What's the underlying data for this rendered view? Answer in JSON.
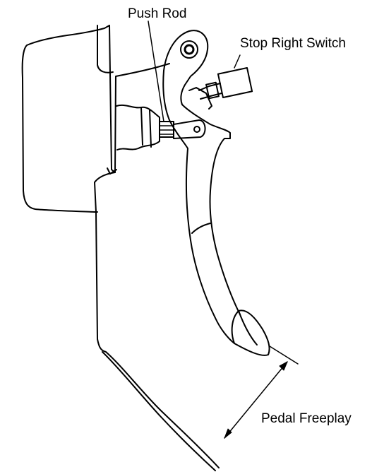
{
  "labels": {
    "push_rod": "Push Rod",
    "stop_switch": "Stop Right Switch",
    "pedal_freeplay": "Pedal Freeplay"
  },
  "colors": {
    "line": "#000000",
    "background": "#ffffff"
  }
}
